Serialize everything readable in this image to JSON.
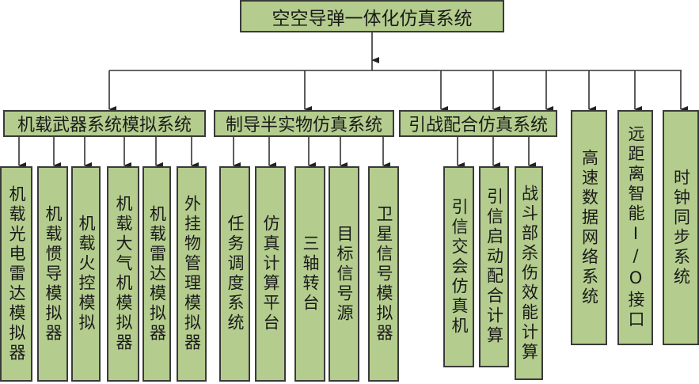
{
  "root": "空空导弹一体化仿真系统",
  "groups": [
    {
      "label": "机载武器系统模拟系统",
      "children": [
        "机载光电雷达模拟器",
        "机载惯导模拟器",
        "机载火控模拟",
        "机载大气机模拟器",
        "机载雷达模拟器",
        "外挂物管理模拟器"
      ]
    },
    {
      "label": "制导半实物仿真系统",
      "children": [
        "任务调度系统",
        "仿真计算平台",
        "三轴转台",
        "目标信号源",
        "卫星信号模拟器"
      ]
    },
    {
      "label": "引战配合仿真系统",
      "children": [
        "引信交会仿真机",
        "引信启动配合计算",
        "战斗部杀伤效能计算"
      ]
    }
  ],
  "standalone": [
    "高速数据网络系统",
    "远距离智能I/O接口",
    "时钟同步系统"
  ]
}
